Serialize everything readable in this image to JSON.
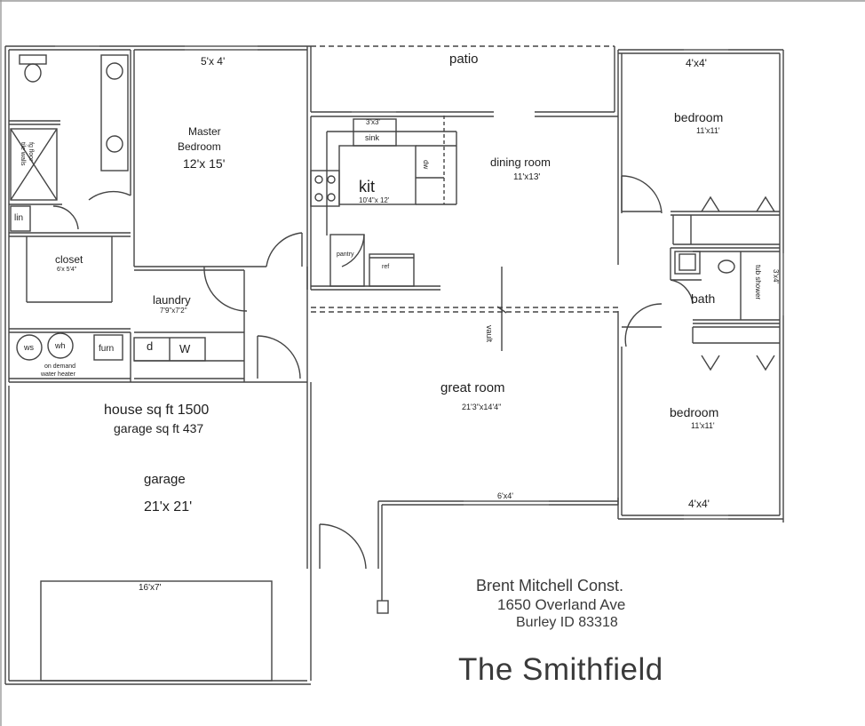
{
  "plan": {
    "title": "The Smithfield",
    "builder": {
      "name": "Brent Mitchell Const.",
      "address": "1650 Overland Ave",
      "city": "Burley ID 83318"
    },
    "summary": {
      "house_sq_ft": "house sq ft 1500",
      "garage_sq_ft": "garage sq ft 437"
    }
  },
  "rooms": {
    "patio": "patio",
    "window_master": "5'x 4'",
    "master_line1": "Master",
    "master_line2": "Bedroom",
    "master_size": "12'x 15'",
    "fg_floor": "fg floor",
    "tile_walls": "tile walls",
    "lin": "lin",
    "closet": "closet",
    "closet_size": "6'x 5'4\"",
    "laundry": "laundry",
    "laundry_size": "7'9\"x7'2\"",
    "d": "d",
    "w": "W",
    "ws": "ws",
    "wh": "wh",
    "furn": "furn",
    "water_heater1": "on demand",
    "water_heater2": "water heater",
    "window_kit": "3'x3'",
    "sink": "sink",
    "dw": "dw",
    "kit": "kit",
    "kit_size": "10'4\"x 12'",
    "pantry": "pantry",
    "ref": "ref",
    "dining": "dining room",
    "dining_size": "11'x13'",
    "vault": "vault",
    "great_room": "great room",
    "great_size": "21'3\"x14'4\"",
    "window_great": "6'x4'",
    "bed1_window": "4'x4'",
    "bed1": "bedroom",
    "bed1_size": "11'x11'",
    "bath": "bath",
    "tub_shower": "tub shower",
    "bath_window": "3'x4'",
    "bed2": "bedroom",
    "bed2_size": "11'x11'",
    "bed2_window": "4'x4'",
    "garage": "garage",
    "garage_size": "21'x 21'",
    "garage_door": "16'x7'"
  }
}
